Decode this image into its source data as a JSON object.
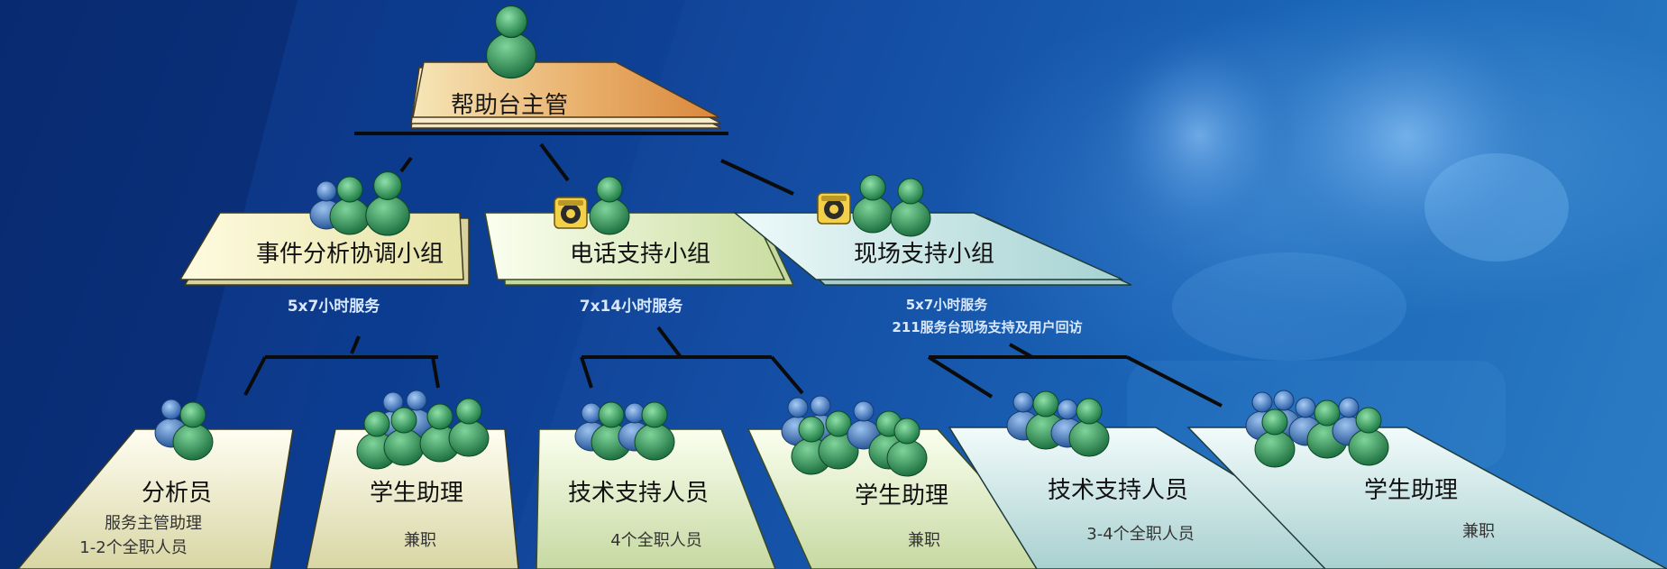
{
  "source": "stock slide art",
  "diagram": {
    "top": {
      "label": "帮助台主管"
    },
    "groups": [
      {
        "label": "事件分析协调小组",
        "note": "5x7小时服务"
      },
      {
        "label": "电话支持小组",
        "note": "7x14小时服务"
      },
      {
        "label": "现场支持小组",
        "note": "5x7小时服务",
        "note2": "211服务台现场支持及用户回访"
      }
    ],
    "roles": [
      {
        "title": "分析员",
        "detail": "服务主管助理",
        "detail2": "1-2个全职人员"
      },
      {
        "title": "学生助理",
        "detail": "兼职"
      },
      {
        "title": "技术支持人员",
        "detail": "4个全职人员"
      },
      {
        "title": "学生助理",
        "detail": "兼职"
      },
      {
        "title": "技术支持人员",
        "detail": "3-4个全职人员"
      },
      {
        "title": "学生助理",
        "detail": "兼职"
      }
    ]
  },
  "colors": {
    "background": "#0f3d91",
    "top_box": "#e6a45a",
    "group_yellow": "#eee9b0",
    "group_green": "#d9e8b6",
    "group_cyan": "#cfeaea",
    "icon_green": "#2f8d52",
    "icon_blue": "#2c63a8",
    "note_text": "#d8e8ff"
  }
}
